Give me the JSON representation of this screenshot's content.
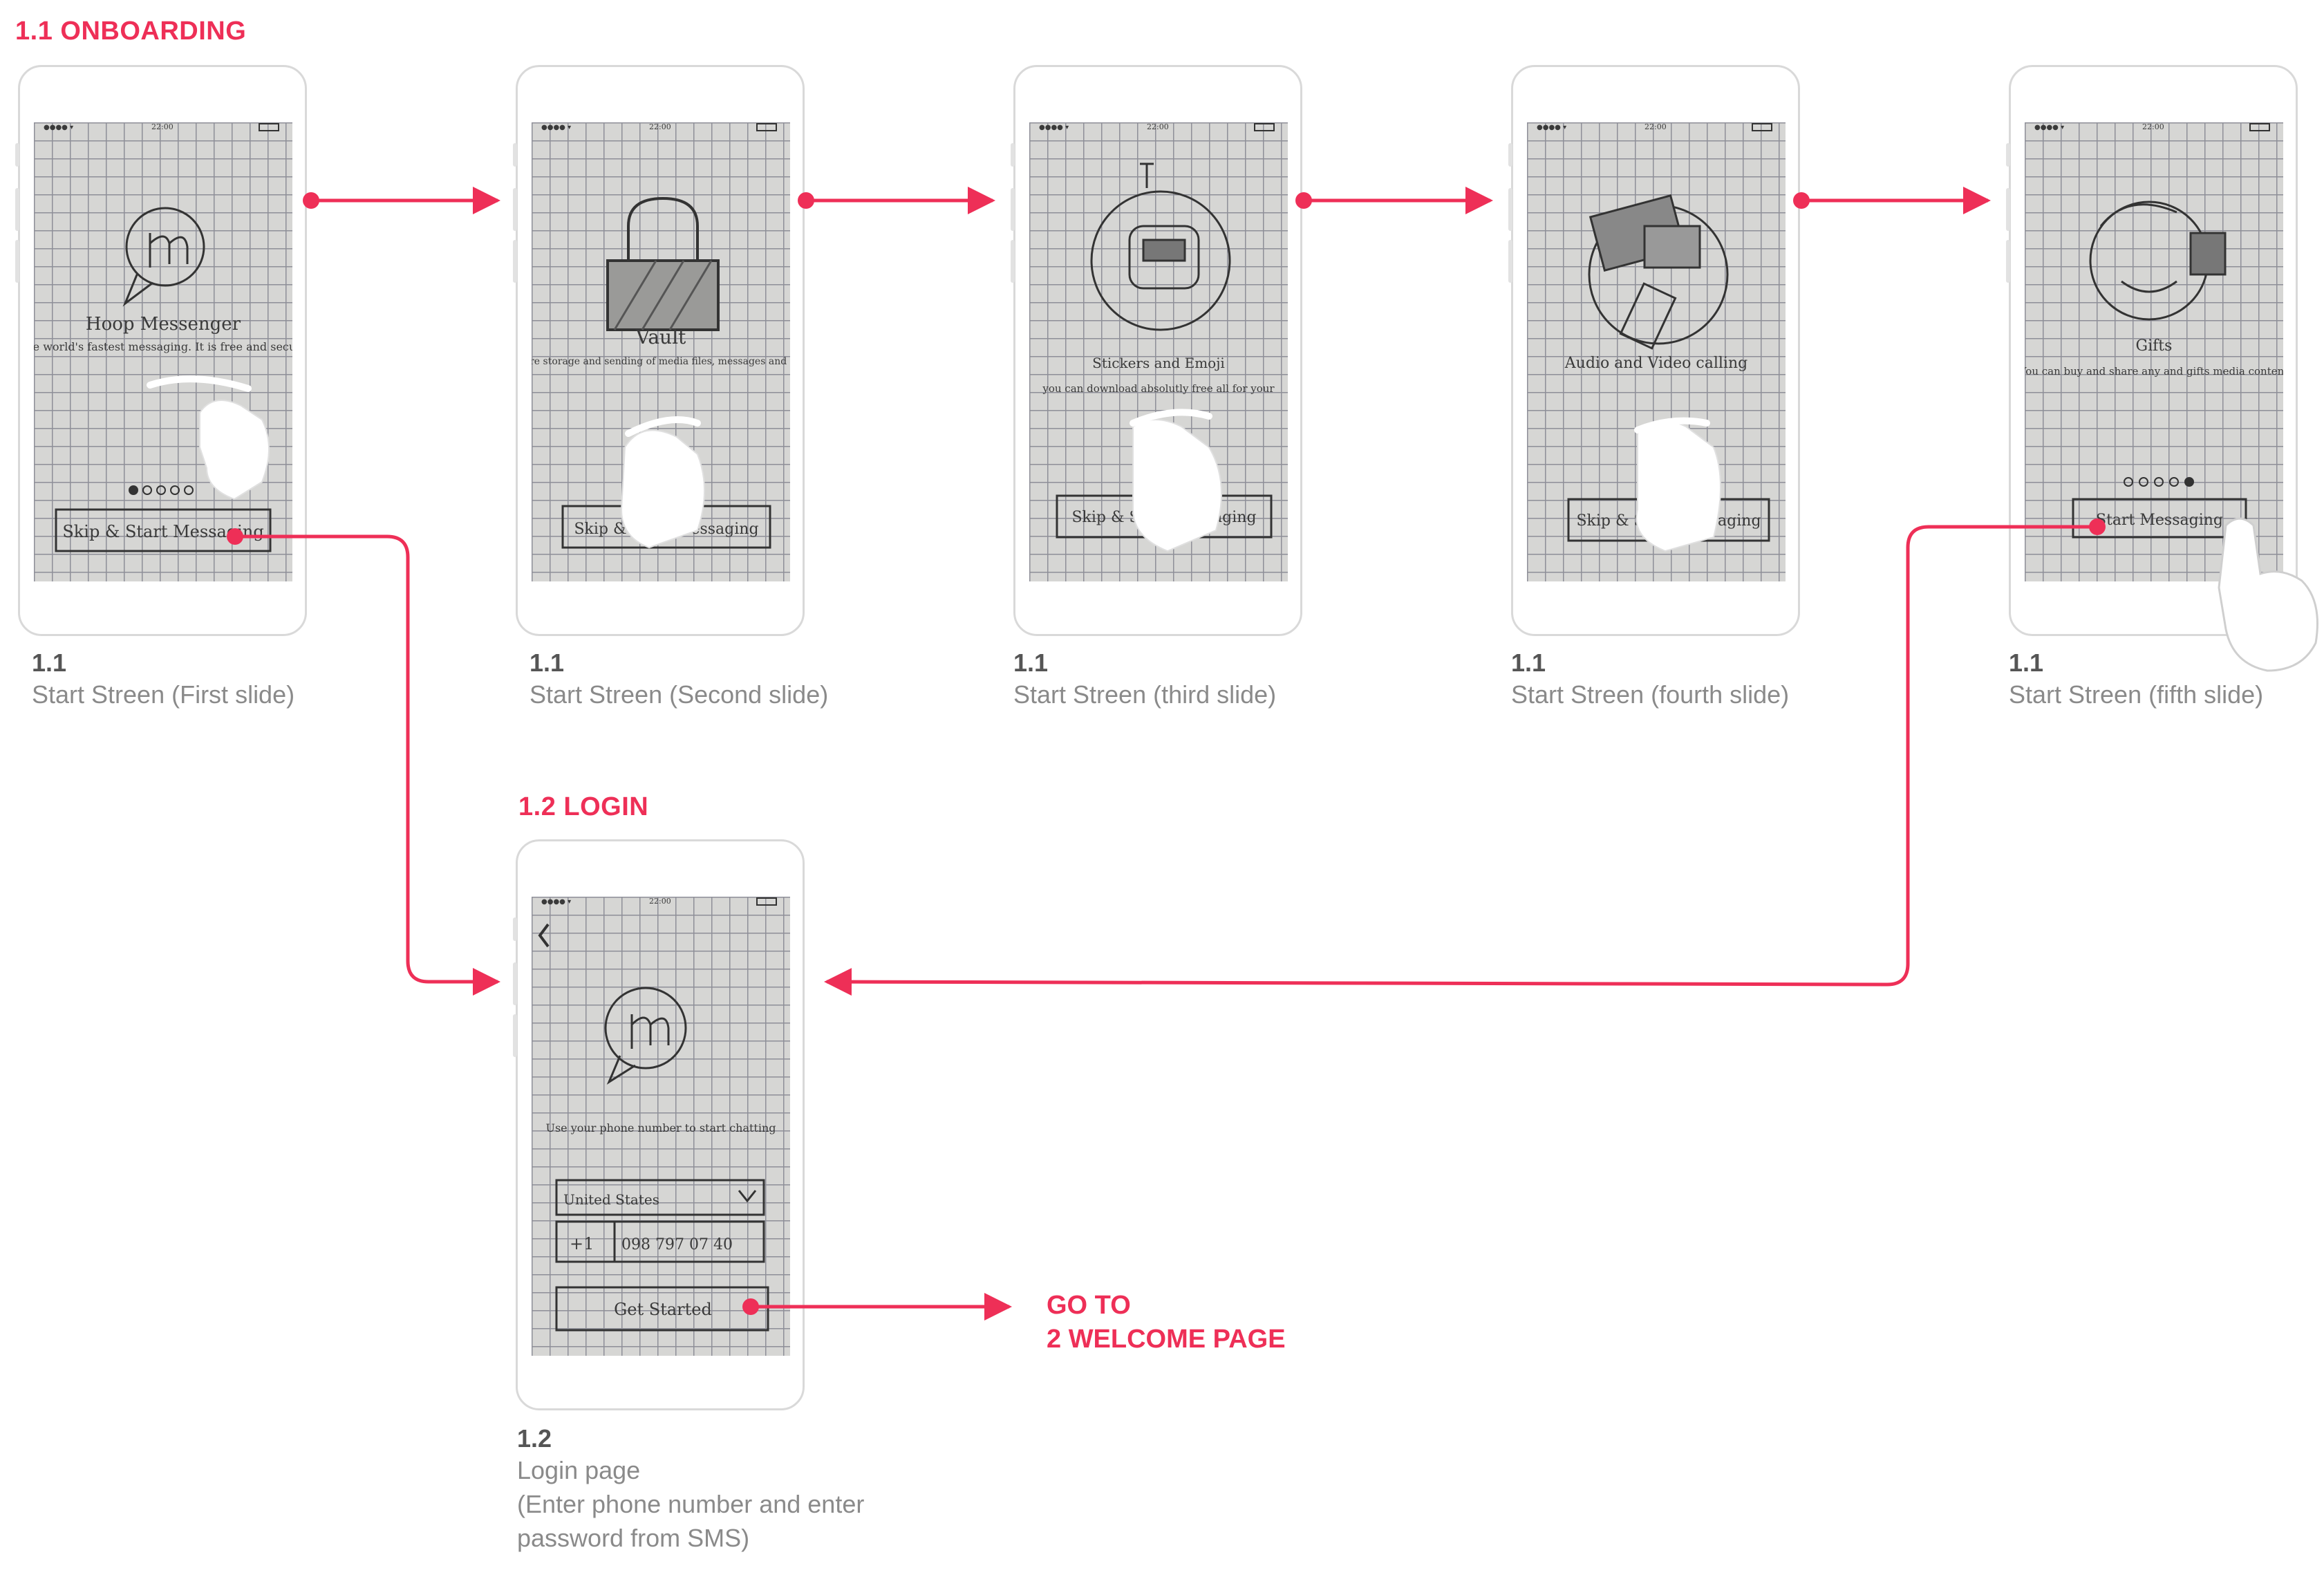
{
  "sections": {
    "onboarding": "1.1 ONBOARDING",
    "login": "1.2 LOGIN"
  },
  "accent_color": "#ee2f57",
  "screens": [
    {
      "num": "1.1",
      "caption": "Start Streen (First slide)",
      "status_time": "22:00",
      "heading": "Hoop Messenger",
      "body": "The world's fastest messaging. It is free and secure",
      "button": "Skip & Start Messaging",
      "icon": "hoop-logo-icon"
    },
    {
      "num": "1.1",
      "caption": "Start Streen (Second slide)",
      "status_time": "22:00",
      "heading": "Vault",
      "body": "Secure storage and sending of media files, messages and chats",
      "button": "Skip & Start Messaging",
      "icon": "padlock-icon"
    },
    {
      "num": "1.1",
      "caption": "Start Streen (third slide)",
      "status_time": "22:00",
      "heading": "Stickers and Emoji",
      "body": "you can download absolutly free all for your",
      "button": "Skip & Start Messaging",
      "icon": "robot-sticker-icon"
    },
    {
      "num": "1.1",
      "caption": "Start Streen (fourth slide)",
      "status_time": "22:00",
      "heading": "Audio and Video calling",
      "body": "",
      "button": "Skip & Start Messaging",
      "icon": "camera-phone-icon"
    },
    {
      "num": "1.1",
      "caption": "Start Streen (fifth slide)",
      "status_time": "22:00",
      "heading": "Gifts",
      "body": "You can buy and share any and gifts media content",
      "button": "Start Messaging",
      "icon": "gift-character-icon"
    }
  ],
  "login": {
    "num": "1.2",
    "caption_lines": [
      "Login page",
      "(Enter phone number and enter",
      "password from SMS)"
    ],
    "status_time": "22:00",
    "body": "Use your phone number to start chatting",
    "country": "United States",
    "country_code": "+1",
    "phone": "098 797 07 40",
    "button": "Get Started"
  },
  "goto": [
    "GO TO",
    "2 WELCOME PAGE"
  ]
}
